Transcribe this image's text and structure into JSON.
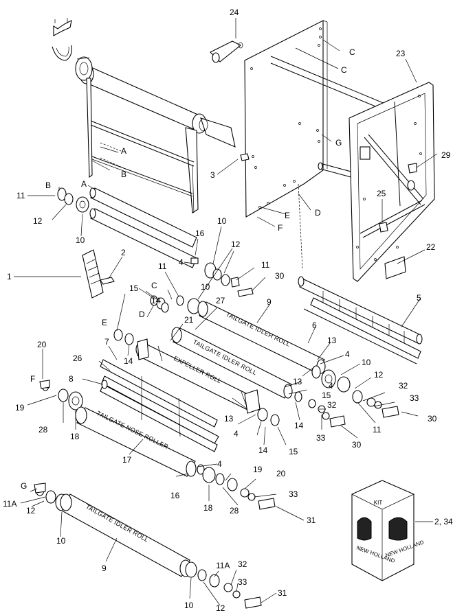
{
  "diagram": {
    "callouts": [
      "1",
      "2",
      "3",
      "4",
      "4",
      "4",
      "4",
      "4",
      "5",
      "6",
      "7",
      "8",
      "9",
      "9",
      "10",
      "10",
      "10",
      "10",
      "10",
      "11",
      "11",
      "11",
      "11",
      "11A",
      "11A",
      "12",
      "12",
      "12",
      "12",
      "12",
      "13",
      "13",
      "13",
      "14",
      "14",
      "14",
      "14",
      "15",
      "15",
      "15",
      "16",
      "16",
      "17",
      "18",
      "18",
      "19",
      "19",
      "20",
      "20",
      "21",
      "22",
      "23",
      "24",
      "25",
      "26",
      "27",
      "28",
      "28",
      "29",
      "30",
      "30",
      "30",
      "31",
      "31",
      "32",
      "32",
      "32",
      "33",
      "33",
      "33",
      "33",
      "2, 34"
    ],
    "reference_letters": [
      "A",
      "A",
      "B",
      "B",
      "C",
      "C",
      "C",
      "D",
      "D",
      "E",
      "E",
      "F",
      "F",
      "G",
      "G"
    ],
    "roll_labels": {
      "tailgate_idler_roll_upper": "TAILGATE IDLER ROLL",
      "tailgate_idler_roll_middle": "TAILGATE IDLER ROLL",
      "expeller_roll": "EXPELLER ROLL",
      "tailgate_nose_roller": "TAILGATE NOSE ROLLER",
      "tailgate_idler_roll_lower": "TAILGATE IDLER ROLL"
    },
    "kit": {
      "label": "KIT",
      "brand": "NEW HOLLAND",
      "callout": "2, 34"
    }
  }
}
